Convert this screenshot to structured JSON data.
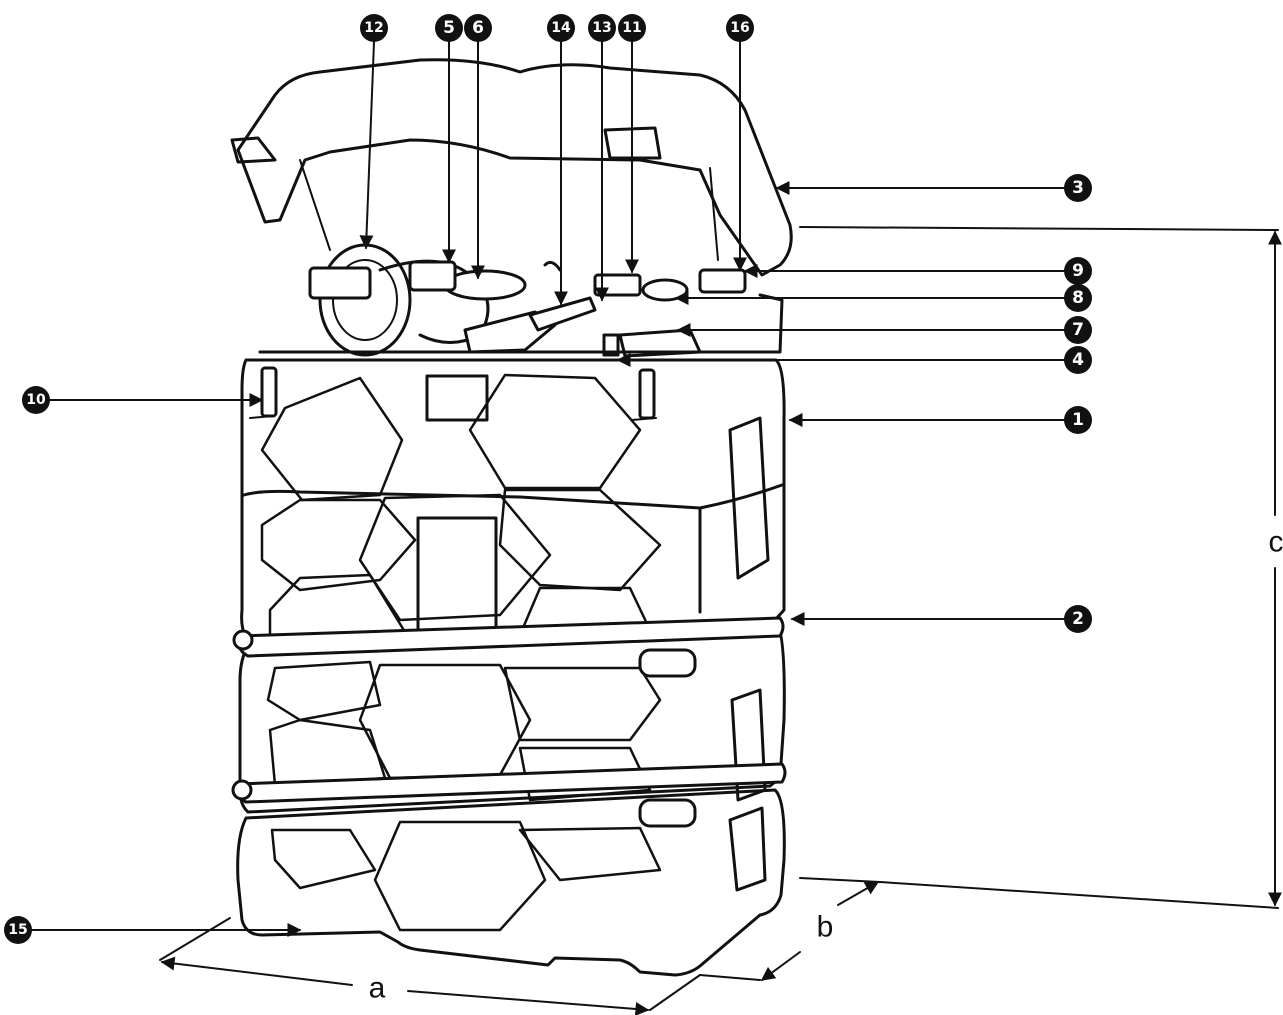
{
  "callouts": [
    {
      "id": "1",
      "label": "❶"
    },
    {
      "id": "2",
      "label": "❷"
    },
    {
      "id": "3",
      "label": "❸"
    },
    {
      "id": "4",
      "label": "❹"
    },
    {
      "id": "5",
      "label": "❺"
    },
    {
      "id": "6",
      "label": "❻"
    },
    {
      "id": "7",
      "label": "❼"
    },
    {
      "id": "8",
      "label": "❽"
    },
    {
      "id": "9",
      "label": "❾"
    },
    {
      "id": "10",
      "label": "❿"
    },
    {
      "id": "11",
      "label": "⓫"
    },
    {
      "id": "12",
      "label": "⓬"
    },
    {
      "id": "13",
      "label": "⓭"
    },
    {
      "id": "14",
      "label": "⓮"
    },
    {
      "id": "15",
      "label": "⓯"
    },
    {
      "id": "16",
      "label": "⓰"
    }
  ],
  "dimensions": {
    "a": "a",
    "b": "b",
    "c": "c"
  },
  "colors": {
    "line": "#111111",
    "background": "#ffffff"
  }
}
